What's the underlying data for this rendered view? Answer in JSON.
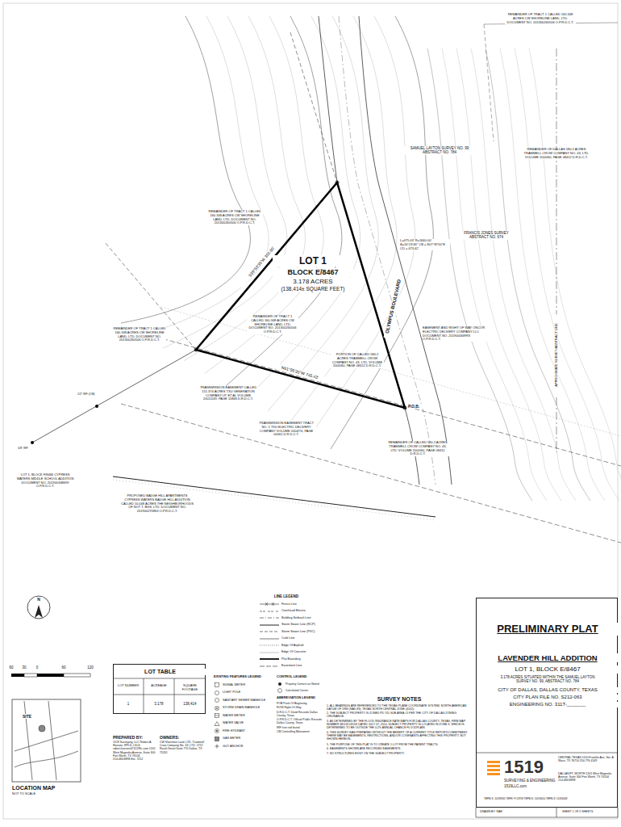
{
  "diagram": {
    "nodes": [
      {
        "text": [
          "LOT 1",
          "BLOCK E/8467",
          "3.178 ACRES",
          "(138,414± SQUARE FEET)"
        ]
      },
      {
        "text": [
          "LOT TABLE"
        ]
      },
      {
        "text": [
          "PRELIMINARY PLAT",
          "LAVENDER HILL ADDITION",
          "LOT 1, BLOCK E/8467",
          "3.178 ACRES SITUATED WITHIN THE SAMUEL LAYTON SURVEY NO. 99, ABSTRACT NO. 784",
          "CITY OF DALLAS, DALLAS COUNTY, TEXAS",
          "CITY PLAN FILE NO. S212-063",
          "ENGINEERING NO. 311T-_______"
        ]
      },
      {
        "text": [
          "1519",
          "SURVEYING & ENGINEERING",
          "1519LLC.com"
        ],
        "in": 2
      }
    ],
    "labels": [
      "REMAINDER OF TRACT 1 CALLED 160.348 ACRES CW SHORELINE LAND, LTD. DOCUMENT NO. 201300260506 O.P.R.D.C.T.",
      "REMAINDER OF DALLAS 580.2 ACRES TRAMMELL CROW COMPANY NO. 43, LTD. VOLUME 2000/60, PAGE 08412 D.R.D.C.T.",
      "SAMUEL LAYTON SURVEY NO. 99 ABSTRACT NO. 784",
      "FRANCIS JONES SURVEY ABSTRACT NO. 674",
      "APPROXIMATE SURVEY/ABSTRACT LINE",
      "REMAINDER OF TRACT 1 CALLED 160.348 ACRES CW SHORELINE LAND, LTD. DOCUMENT NO. 201300260506 O.P.R.D.C.T.",
      "REMAINDER OF TRACT 1 CALLED 160.348 ACRES CW SHORELINE LAND, LTD. DOCUMENT NO. 201300260506 O.P.R.D.C.T.",
      "REMAINDER OF TRACT 1 CALLED 160.348 ACRES CW SHORELINE LAND, LTD. DOCUMENT NO. 201300260506 O.P.R.D.C.T.",
      "OLYMPUS BOULEVARD",
      "PORTION OF CALLED 580.2 ACRES TRAMMELL CROW COMPANY NO. 43, LTD. VOLUME 2000/60, PAGE 08412 D.R.D.C.T.",
      "EASEMENT AND RIGHT OF WAY ONCOR ELECTRIC DELIVERY COMPANY LLC DOCUMENT NO. 201900068993 O.P.R.D.C.T.",
      "TRANSMISSION EASEMENT CALLED 151.374 ACRES TXU GENERATION COMPANY LP, ET AL VOLUME 2001/249, PAGE 11868 D.R.D.C.T.",
      "TRANSMISSION EASEMENT TRACT NO. 2 TXU ELECTRIC DELIVERY COMPANY VOLUME 2004/74, PAGE 00061 D.R.D.C.T.",
      "REMAINDER OF CALLED 580.2 ACRES TRAMMELL CROW COMPANY NO. 43, LTD. VOLUME 2000/60, PAGE 08412 D.R.D.C.T.",
      "LOT 1, BLOCK F/8466 CYPRESS WATERS MIDDLE SCHOOL ADDITION DOCUMENT NO. 201900348699 O.P.R.D.C.T.",
      "PROPOSED BADGE HILL APARTMENTS CYPRESS WATERS BADGE HILL ADDITION CALLED 10.048 ACRES THE NEIGHBORHOODS OF NOT T, BGS, LTD. DOCUMENT NO. 201900270863 O.P.R.D.C.T.",
      "N61°55'20\"W 745.43'",
      "S39°50'35\"W 302.60'",
      "L=475.03' R=1660.00' Δ=16°23'46\" CB = S07°39'50\"E CD = 473.42'",
      "P.O.B.",
      "5/8\" IRF",
      "1/2\" IRF (CM)",
      "60",
      "30",
      "0",
      "60",
      "120",
      "LOCATION MAP",
      "NOT TO SCALE",
      "SITE",
      "LOT NUMBER",
      "ACREAGE",
      "SQUARE FOOTAGE",
      "1",
      "3.178",
      "138,414",
      "PREPARED BY:",
      "1519 Surveying, LLC Robert A. Hansen, RPLS, LSLS robert.hansen@1519llc.com 1201 West Magnolia Avenue, Suite 300 Fort Worth, TX 76104 214.484.8898 Ext. 7212",
      "OWNERS:",
      "CW Shoreline Land, LTD. Trammell Crow Company No. 43, LTD. 1722 Routh Street Suite 770 Dallas, TX 75201",
      "LINE LEGEND",
      "EXISTING FEATURES LEGEND",
      "CONTROL LEGEND",
      "ABBREVIATION LEGEND",
      "POB Point Of Beginning",
      "ROW Right-Of-Way",
      "D.R.D.C.T. Deed Records Dallas County, Texas",
      "O.P.R.D.C.T. Official Public Records Dallas County, Texas",
      "IRF Iron rod found",
      "CM Controlling Monument",
      "SURVEY NOTES",
      "1. ALL BEARINGS ARE REFERENCED TO THE TEXAS PLANE COORDINATE SYSTEM, NORTH AMERICAN DATUM OF 1983 (NAD 83), TEXAS NORTH CENTRAL ZONE (4202).",
      "2. THE SUBJECT PROPERTY IS ZONED PD 741 SUB AREA #1 PER THE CITY OF DALLAS ZONING ORDINANCE.",
      "3. AS DETERMINED BY THE FLOOD INSURANCE RATE MAPS FOR DALLAS COUNTY, TEXAS, FIRM MAP NUMBER 48113C0315K DATED JULY 07, 2014, SUBJECT PROPERTY IS LOCATED IN ZONE X, WHICH IS DETERMINED TO BE OUTSIDE THE 0.2% ANNUAL CHANCE FLOODPLAIN.",
      "4. THIS SURVEY WAS PREPARED WITHOUT THE BENEFIT OF A CURRENT TITLE REPORT/COMMITMENT. THERE MAY BE EASEMENTS, RESTRICTIONS, AND/OR COVENANTS AFFECTING THIS PROPERTY, NOT SHOWN HEREON.",
      "5. THE PURPOSE OF THIS PLAT IS TO CREATE 1 LOT FROM THE PARENT TRACTS.",
      "6. EASEMENTS SHOWN ARE RECORDED EASEMENTS.",
      "7. NO STRUCTURES EXIST ON THE SUBJECT PROPERTY.",
      "CENTRAL TEXAS 5150 Franklin Ave, Ste. A Waco, TX 76710 254.776.4149",
      "DALLAS/FT. WORTH 1201 West Magnolia Avenue, Suite 300 Fort Worth, TX 76104 214.484.8898",
      "TBPELS: 10193905 TBPE# F-23769 TBPELS: 10194050 TBPELS: 10194008",
      "DRAWN BY: RAH",
      "SHEET 1 OF 2 SHEETS",
      "N"
    ],
    "legend": [
      {
        "text": "Fence Line"
      },
      {
        "text": "Overhead Electric"
      },
      {
        "text": "Building Setback Line"
      },
      {
        "text": "Storm Sewer Line (RCP)"
      },
      {
        "text": "Storm Sewer Line (PVC)"
      },
      {
        "text": "Curb Line"
      },
      {
        "text": "Edge Of Asphalt"
      },
      {
        "text": "Edge Of Concrete"
      },
      {
        "text": "Plat Boundary"
      },
      {
        "text": "Easement Line"
      },
      {
        "text": "SIGNAL METER"
      },
      {
        "text": "LIGHT POLE"
      },
      {
        "text": "SANITARY SEWER MANHOLE"
      },
      {
        "text": "STORM DRAIN MANHOLE"
      },
      {
        "text": "WATER METER"
      },
      {
        "text": "WATER VALVE"
      },
      {
        "text": "FIRE HYDRANT"
      },
      {
        "text": "GAS METER"
      },
      {
        "text": "GUY ANCHOR"
      },
      {
        "text": "Property Corners as Noted"
      },
      {
        "text": "Calculated Corner"
      }
    ]
  }
}
